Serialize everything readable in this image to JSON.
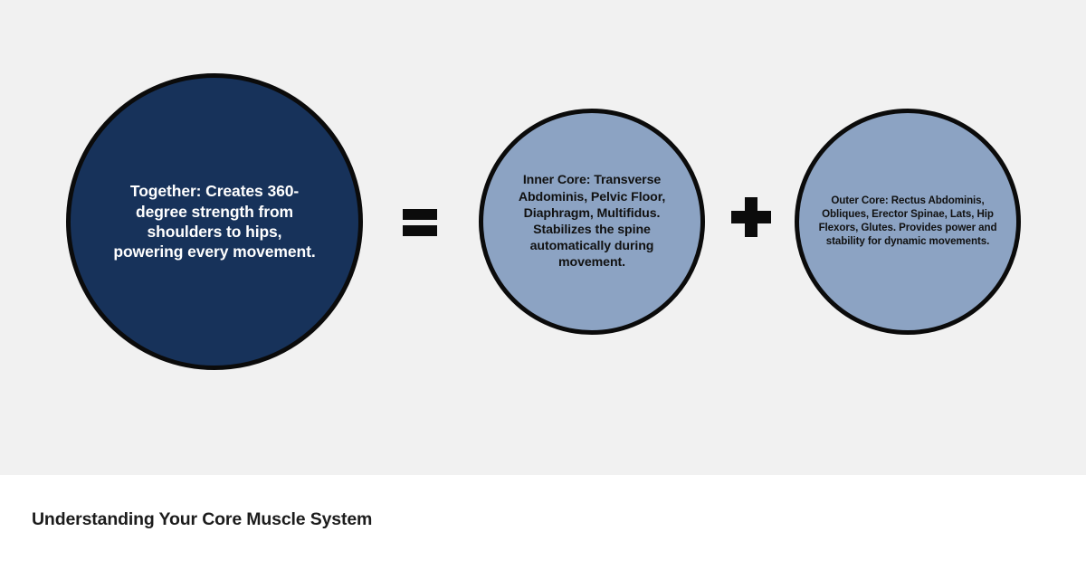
{
  "page": {
    "background_color": "#f1f1f1",
    "caption_bar_color": "#ffffff"
  },
  "diagram": {
    "type": "equation-venn",
    "nodes": [
      {
        "id": "total",
        "role": "result",
        "text": "Together: Creates 360-degree strength from shoulders to hips, powering every movement.",
        "fill_color": "#17325a",
        "text_color": "#ffffff",
        "border_color": "#0b0b0b"
      },
      {
        "id": "inner",
        "role": "operand",
        "text": "Inner Core: Transverse Abdominis, Pelvic Floor, Diaphragm, Multifidus. Stabilizes the spine automatically during movement.",
        "fill_color": "#8ca3c3",
        "text_color": "#111111",
        "border_color": "#0b0b0b"
      },
      {
        "id": "outer",
        "role": "operand",
        "text": "Outer Core: Rectus Abdominis, Obliques, Erector Spinae, Lats, Hip Flexors, Glutes. Provides power and stability for dynamic movements.",
        "fill_color": "#8ca3c3",
        "text_color": "#111111",
        "border_color": "#0b0b0b"
      }
    ],
    "operators": [
      {
        "id": "equals",
        "glyph": "=",
        "icon": "equals-icon",
        "color": "#0b0b0b"
      },
      {
        "id": "plus",
        "glyph": "+",
        "icon": "plus-icon",
        "color": "#0b0b0b"
      }
    ]
  },
  "caption": {
    "title": "Understanding Your Core Muscle System"
  }
}
